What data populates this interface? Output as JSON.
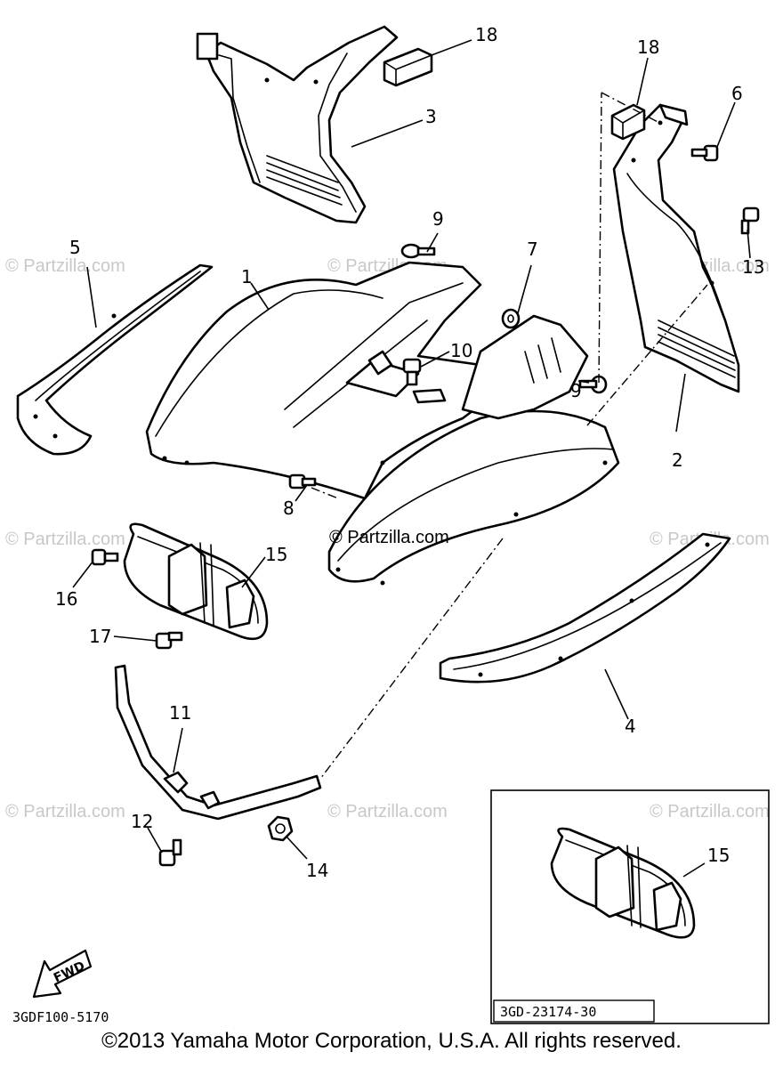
{
  "watermark": "© Partzilla.com",
  "watermark_center": "© Partzilla.com",
  "callouts": {
    "c1": "1",
    "c2": "2",
    "c3": "3",
    "c4": "4",
    "c5": "5",
    "c6": "6",
    "c7": "7",
    "c8": "8",
    "c9a": "9",
    "c9b": "9",
    "c10": "10",
    "c11": "11",
    "c12": "12",
    "c13": "13",
    "c14": "14",
    "c15a": "15",
    "c15b": "15",
    "c16": "16",
    "c17": "17",
    "c18a": "18",
    "c18b": "18"
  },
  "fwd_label": "FWD",
  "diagram_code": "3GDF100-5170",
  "inset_code": "3GD-23174-30",
  "copyright": "©2013 Yamaha Motor Corporation, U.S.A. All rights reserved."
}
